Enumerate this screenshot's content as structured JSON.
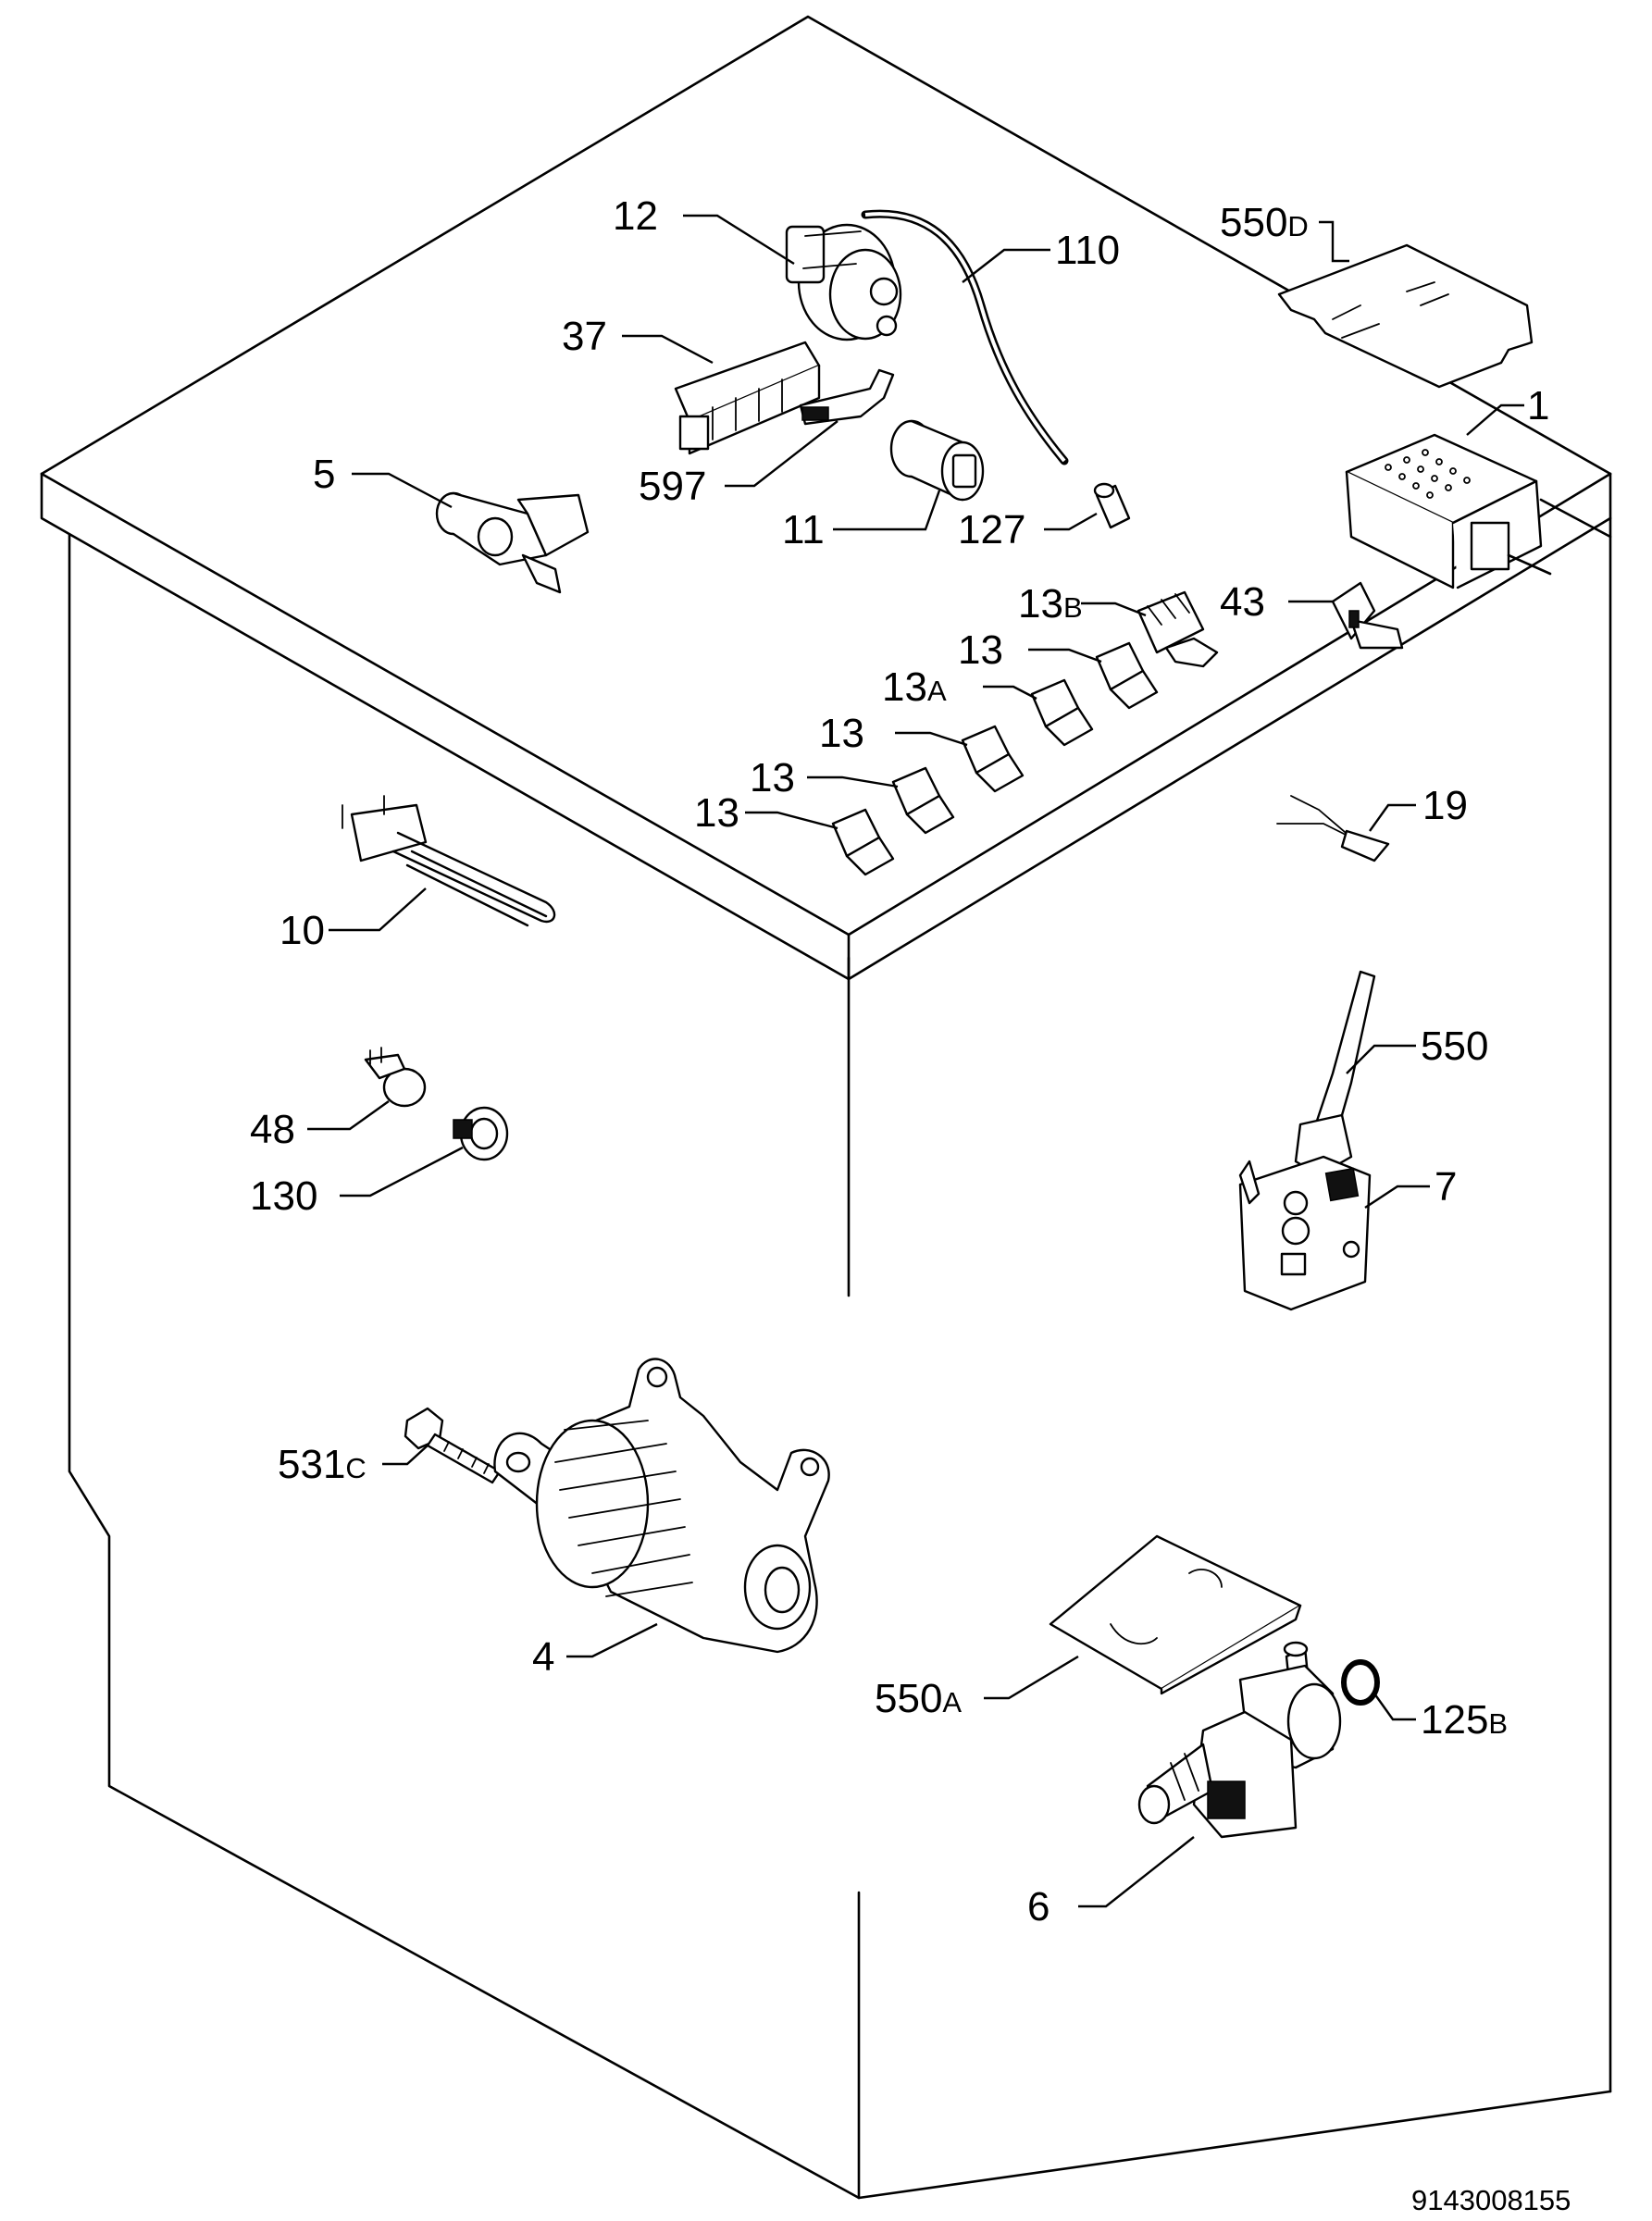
{
  "diagram": {
    "document_number": "9143008155",
    "labels": [
      {
        "id": "12",
        "text": "12",
        "suffix": ""
      },
      {
        "id": "110",
        "text": "110",
        "suffix": ""
      },
      {
        "id": "550d",
        "text": "550",
        "suffix": "D"
      },
      {
        "id": "37",
        "text": "37",
        "suffix": ""
      },
      {
        "id": "1",
        "text": "1",
        "suffix": ""
      },
      {
        "id": "5",
        "text": "5",
        "suffix": ""
      },
      {
        "id": "597",
        "text": "597",
        "suffix": ""
      },
      {
        "id": "11",
        "text": "11",
        "suffix": ""
      },
      {
        "id": "127",
        "text": "127",
        "suffix": ""
      },
      {
        "id": "13b",
        "text": "13",
        "suffix": "B"
      },
      {
        "id": "43",
        "text": "43",
        "suffix": ""
      },
      {
        "id": "13-a",
        "text": "13",
        "suffix": ""
      },
      {
        "id": "13a",
        "text": "13",
        "suffix": "A"
      },
      {
        "id": "13-b",
        "text": "13",
        "suffix": ""
      },
      {
        "id": "13-c",
        "text": "13",
        "suffix": ""
      },
      {
        "id": "13-d",
        "text": "13",
        "suffix": ""
      },
      {
        "id": "19",
        "text": "19",
        "suffix": ""
      },
      {
        "id": "10",
        "text": "10",
        "suffix": ""
      },
      {
        "id": "550",
        "text": "550",
        "suffix": ""
      },
      {
        "id": "48",
        "text": "48",
        "suffix": ""
      },
      {
        "id": "130",
        "text": "130",
        "suffix": ""
      },
      {
        "id": "7",
        "text": "7",
        "suffix": ""
      },
      {
        "id": "531c",
        "text": "531",
        "suffix": "C"
      },
      {
        "id": "4",
        "text": "4",
        "suffix": ""
      },
      {
        "id": "550a",
        "text": "550",
        "suffix": "A"
      },
      {
        "id": "125b",
        "text": "125",
        "suffix": "B"
      },
      {
        "id": "6",
        "text": "6",
        "suffix": ""
      }
    ]
  }
}
